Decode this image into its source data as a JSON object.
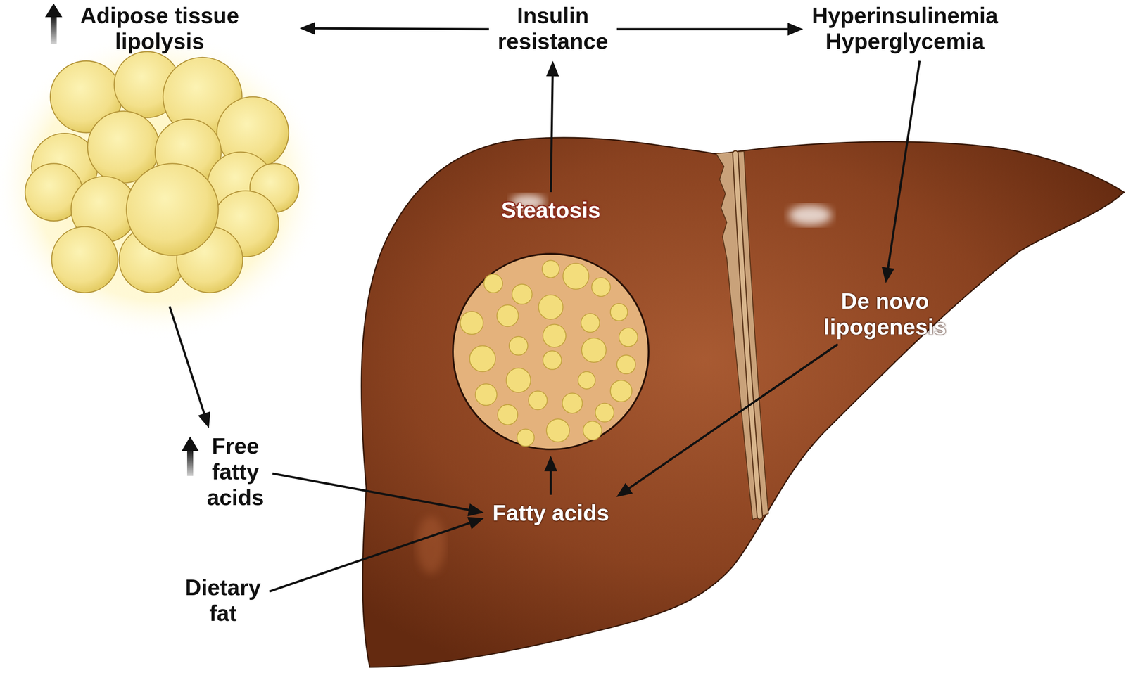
{
  "diagram": {
    "nodes": [
      {
        "text": [
          "Adipose tissue lipolysis"
        ]
      },
      {
        "text": [
          "Insulin resistance"
        ]
      },
      {
        "text": [
          "Hyperinsulinemia Hyperglycemia"
        ]
      },
      {
        "text": [
          "Steatosis"
        ]
      },
      {
        "text": [
          "De novo lipogenesis"
        ]
      },
      {
        "text": [
          "Free fatty acids"
        ]
      },
      {
        "text": [
          "Fatty acids"
        ]
      },
      {
        "text": [
          "Dietary fat"
        ]
      }
    ],
    "edges": [
      {
        "from": 1,
        "to": 0,
        "arrow": "to"
      },
      {
        "from": 1,
        "to": 2,
        "arrow": "to"
      },
      {
        "from": 3,
        "to": 1,
        "arrow": "to"
      },
      {
        "from": 0,
        "to": 5,
        "arrow": "to"
      },
      {
        "from": 2,
        "to": 4,
        "arrow": "to"
      },
      {
        "from": 4,
        "to": 6,
        "arrow": "to"
      },
      {
        "from": 5,
        "to": 6,
        "arrow": "to"
      },
      {
        "from": 7,
        "to": 6,
        "arrow": "to"
      },
      {
        "from": 6,
        "to": 3,
        "arrow": "to"
      }
    ]
  }
}
